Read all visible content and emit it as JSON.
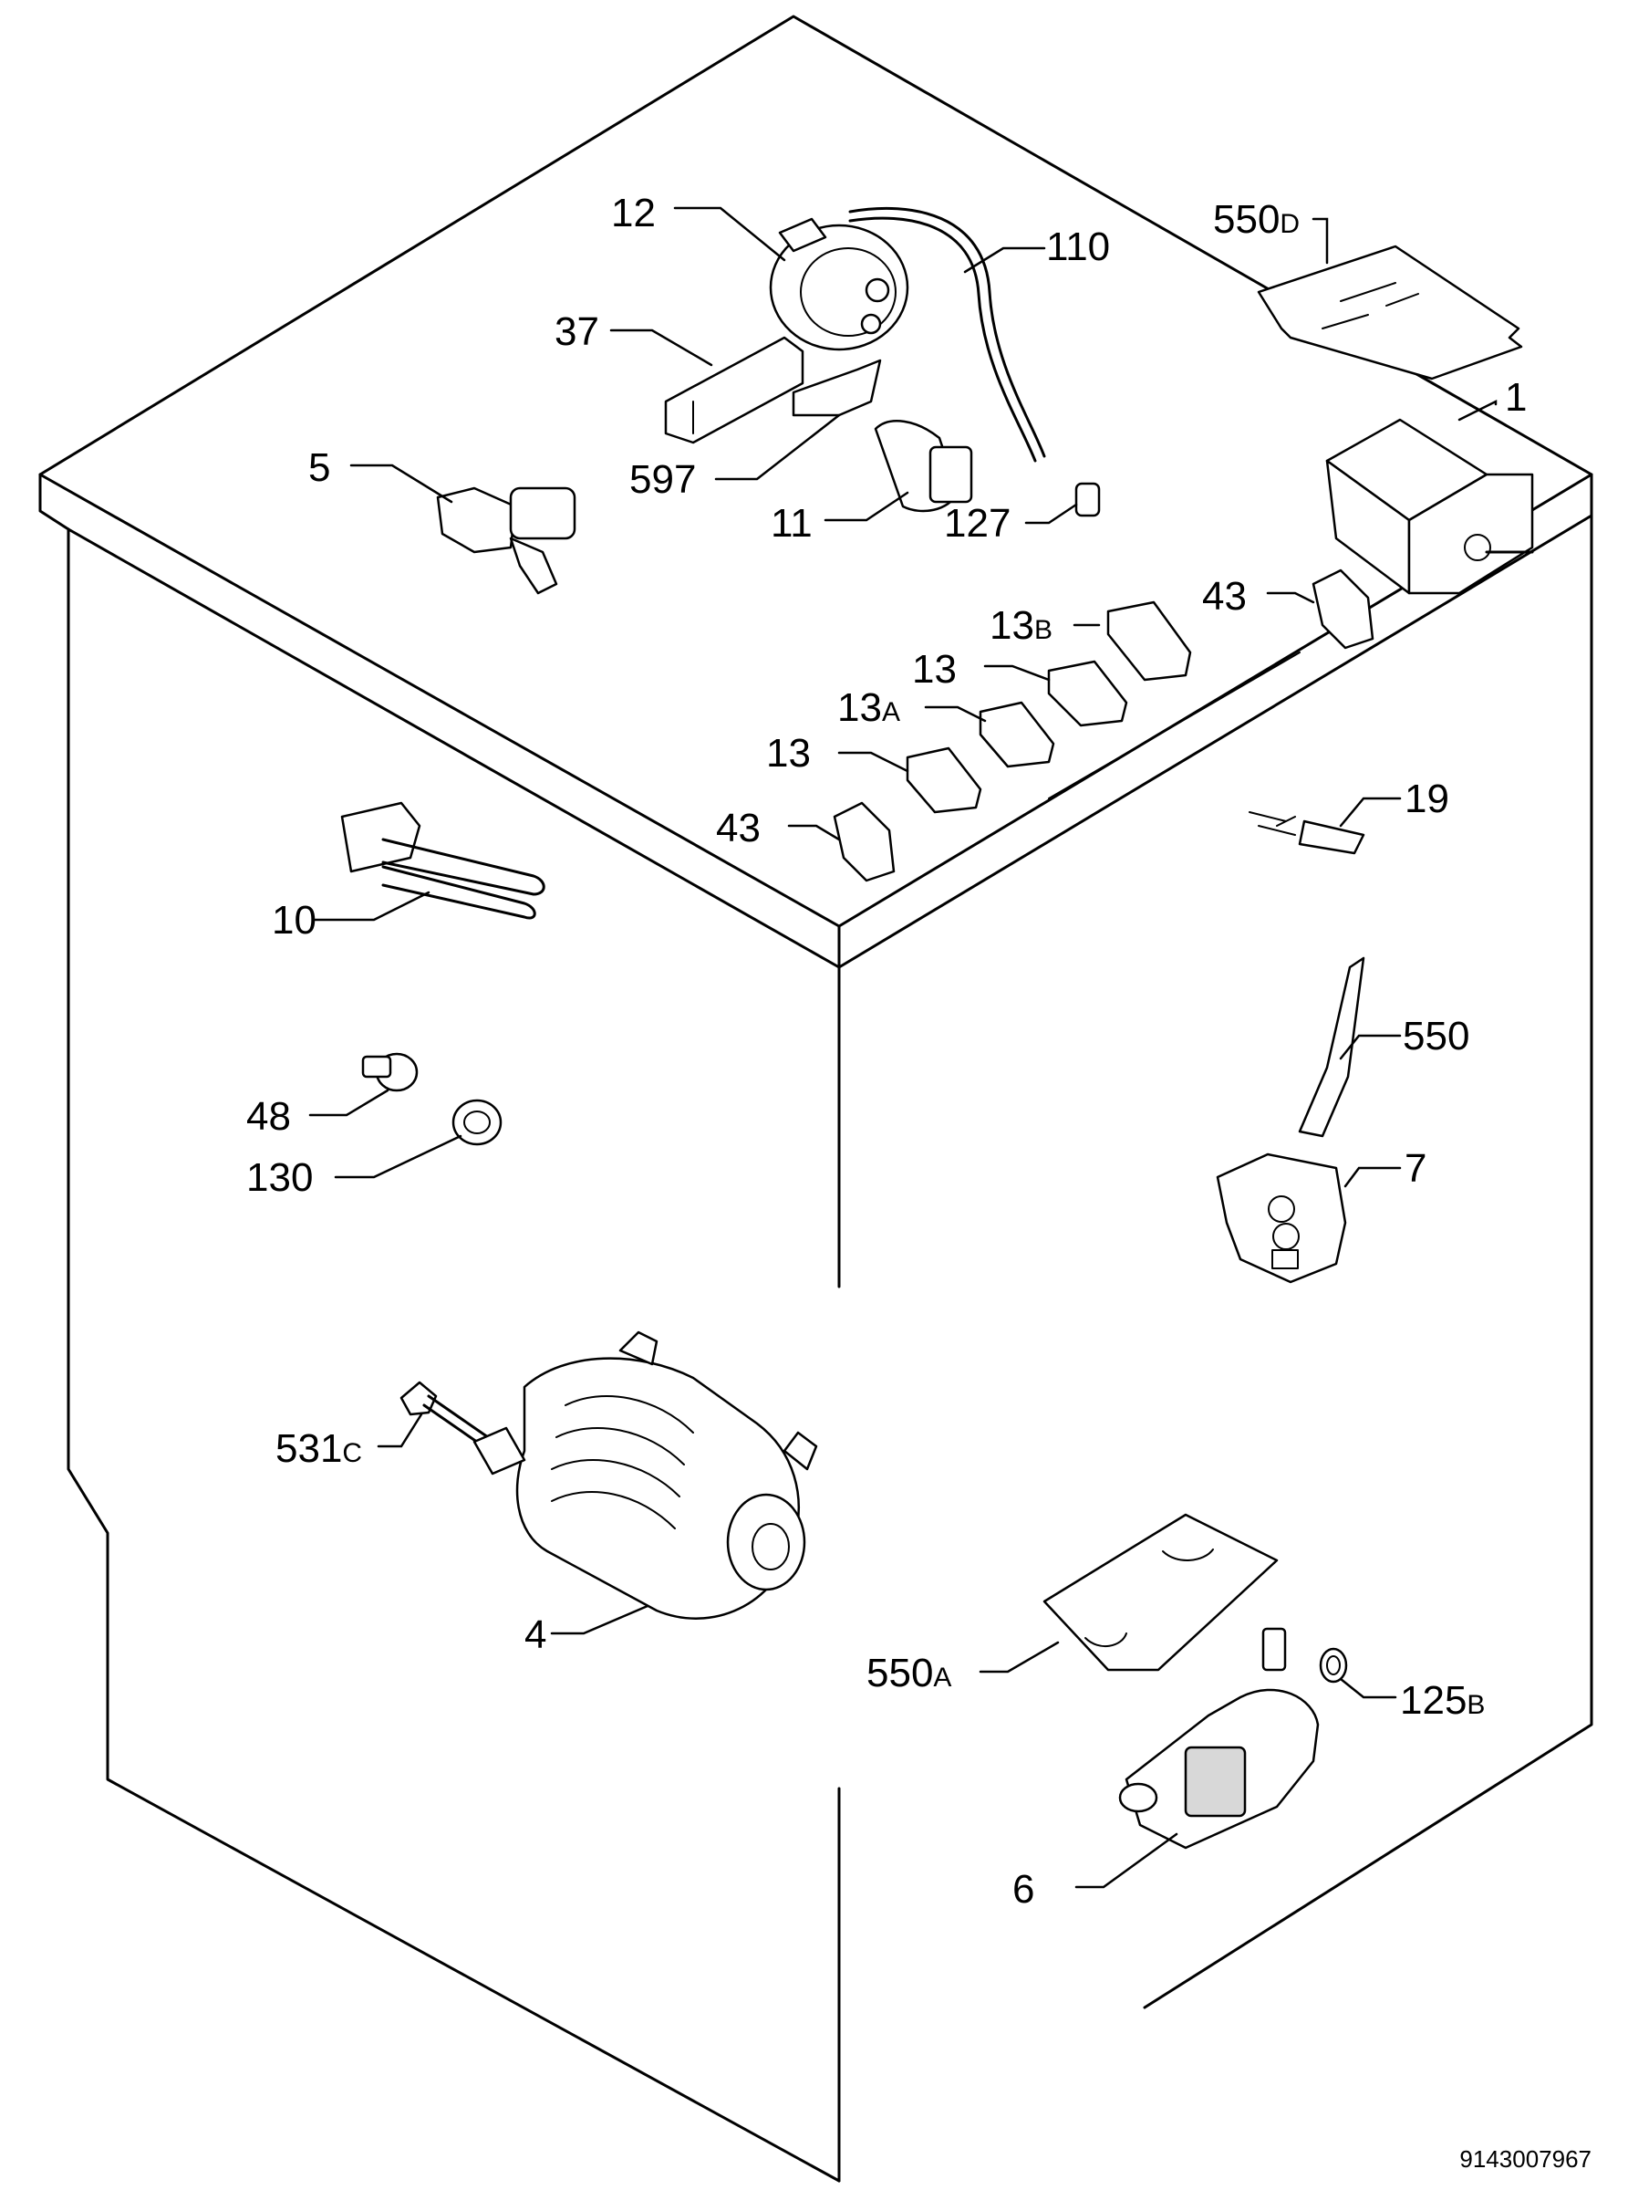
{
  "labels": {
    "p12": "12",
    "p110": "110",
    "p550d_main": "550",
    "p550d_suffix": "D",
    "p37": "37",
    "p1": "1",
    "p5": "5",
    "p597": "597",
    "p11": "11",
    "p127": "127",
    "p13b_main": "13",
    "p13b_suffix": "B",
    "p43_top": "43",
    "p13_upper": "13",
    "p13a_main": "13",
    "p13a_suffix": "A",
    "p13_lower": "13",
    "p43_lower": "43",
    "p19": "19",
    "p10": "10",
    "p550": "550",
    "p48": "48",
    "p7": "7",
    "p130": "130",
    "p531c_main": "531",
    "p531c_suffix": "C",
    "p4": "4",
    "p550a_main": "550",
    "p550a_suffix": "A",
    "p125b_main": "125",
    "p125b_suffix": "B",
    "p6": "6"
  },
  "document_number": "9143007967"
}
